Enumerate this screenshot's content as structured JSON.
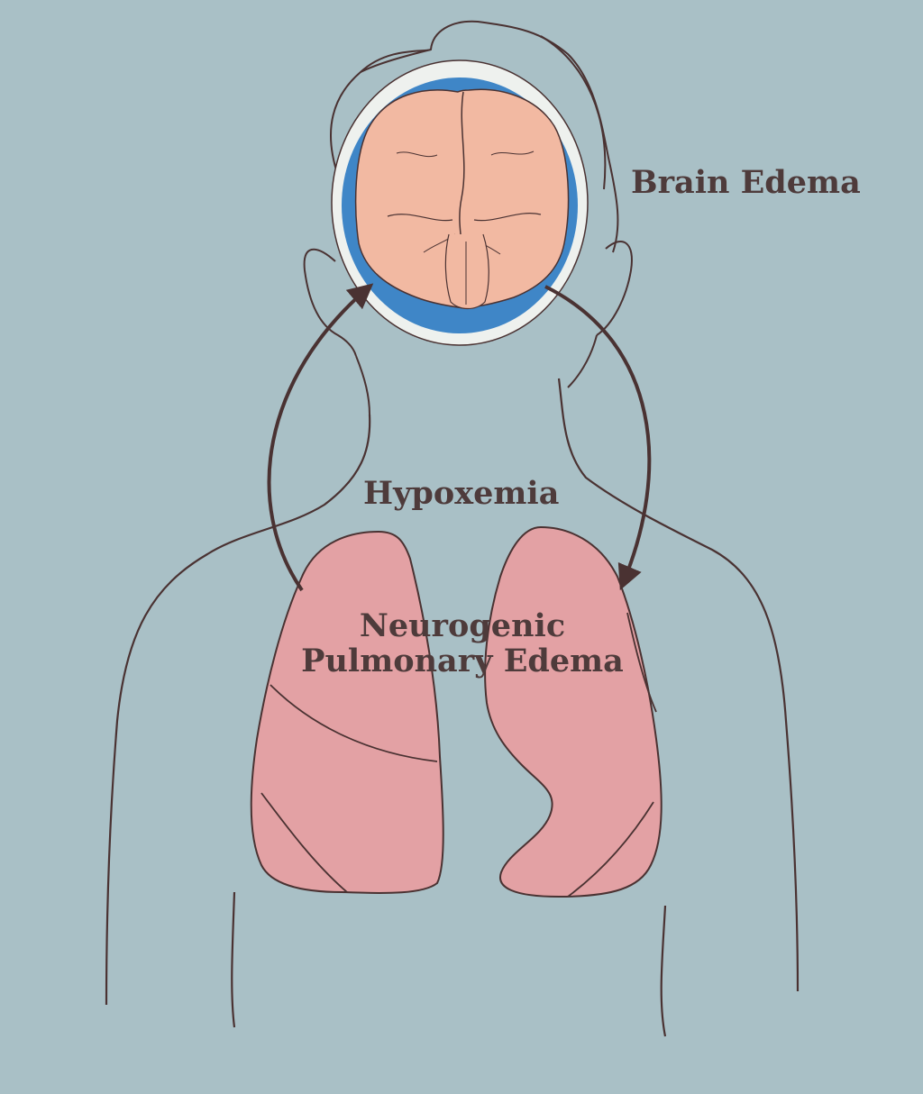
{
  "labels": {
    "brain_edema": "Brain Edema",
    "hypoxemia": "Hypoxemia",
    "npe_line1": "Neurogenic",
    "npe_line2": "Pulmonary Edema"
  },
  "colors": {
    "background": "#a9c0c6",
    "outline": "#4a3232",
    "brain": "#f2b9a2",
    "csf_ring": "#3f86c7",
    "skull_halo": "#eef1ee",
    "lung": "#e3a1a4",
    "label_text": "#4e3b3b"
  }
}
